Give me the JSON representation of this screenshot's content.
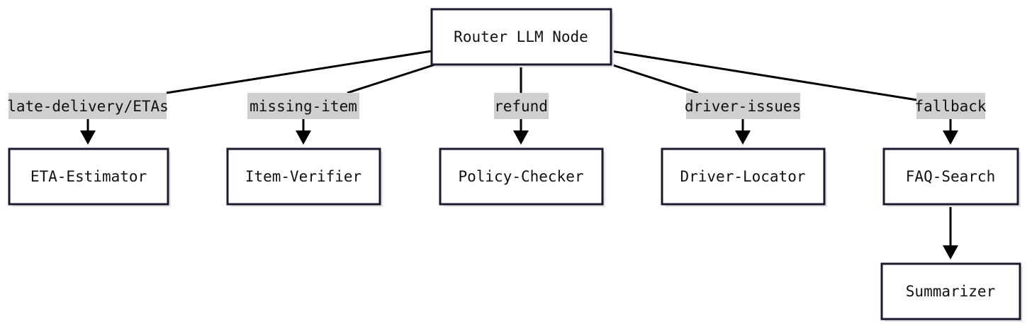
{
  "nodes": {
    "router": "Router LLM Node",
    "eta_estimator": "ETA-Estimator",
    "item_verifier": "Item-Verifier",
    "policy_checker": "Policy-Checker",
    "driver_locator": "Driver-Locator",
    "faq_search": "FAQ-Search",
    "summarizer": "Summarizer"
  },
  "edge_labels": {
    "late_delivery": "late-delivery/ETAs",
    "missing_item": "missing-item",
    "refund": "refund",
    "driver_issues": "driver-issues",
    "fallback": "fallback"
  },
  "colors": {
    "node_border": "#1a1a2e",
    "edge": "#000000",
    "label_background": "#cfcfcf"
  }
}
